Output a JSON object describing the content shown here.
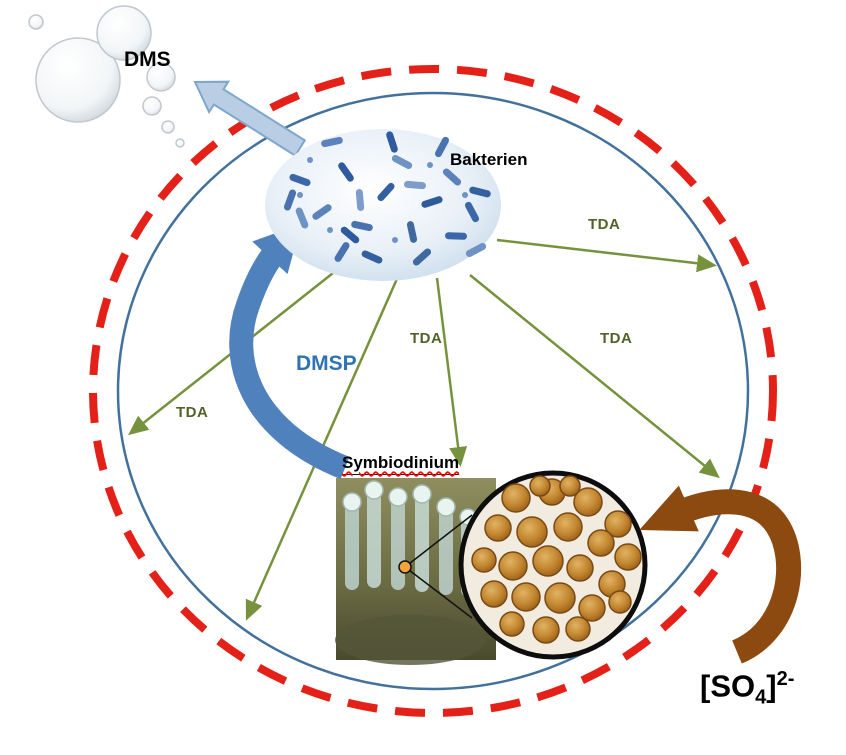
{
  "labels": {
    "dms": "DMS",
    "bakterien": "Bakterien",
    "dmsp": "DMSP",
    "symbiodinium": "Symbiodinium",
    "tda": [
      "TDA",
      "TDA",
      "TDA",
      "TDA"
    ]
  },
  "formula": {
    "open": "[SO",
    "sub": "4",
    "close": "]",
    "sup": "2-"
  },
  "colors": {
    "dashed_ring": "#e32119",
    "inner_ring": "#41719c",
    "tda_arrow": "#76923c",
    "tda_text": "#4f6228",
    "dmsp_arrow": "#4f81bd",
    "dmsp_text": "#2e74b5",
    "dms_arrow_fill": "#b9cde4",
    "dms_arrow_edge": "#7da7cc",
    "sulfate_arrow": "#8c4a10",
    "text": "#000000"
  }
}
